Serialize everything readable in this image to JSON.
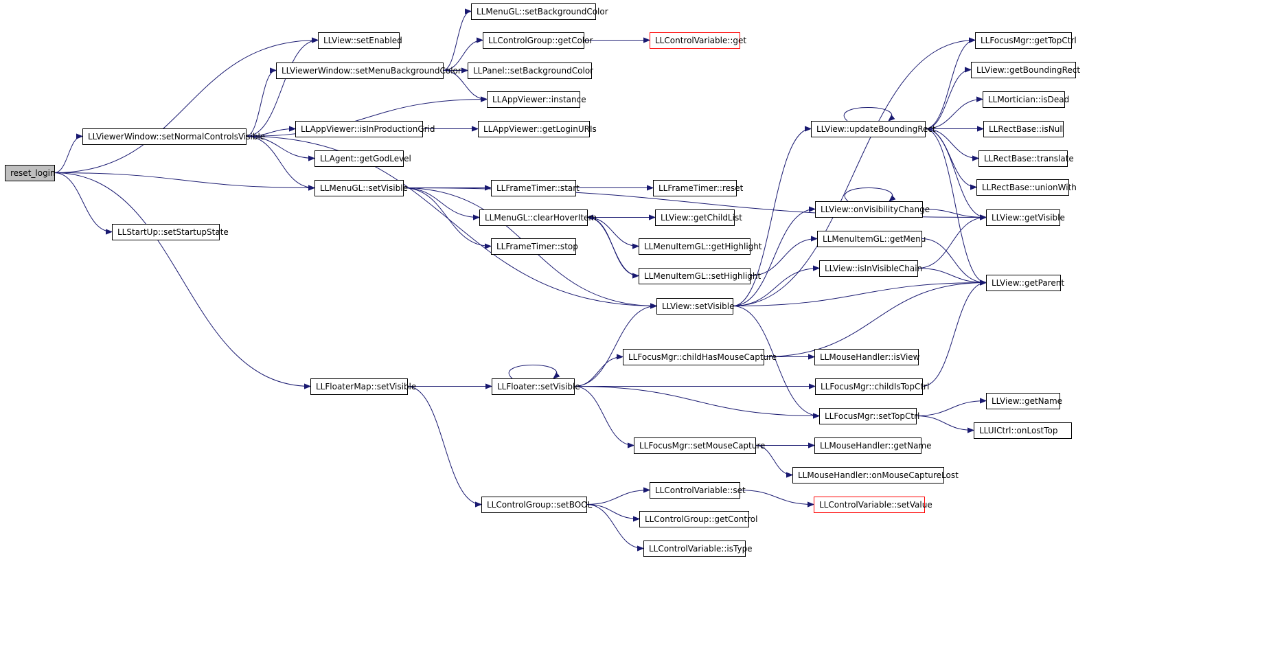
{
  "diagram": {
    "type": "call-graph",
    "colors": {
      "edge": "#191970",
      "node_border": "#000000",
      "highlight_border": "#ff0000",
      "root_fill": "#bfbfbf"
    },
    "nodes": [
      {
        "id": "n0",
        "label": "reset_login",
        "root": true
      },
      {
        "id": "n1",
        "label": "LLView::setEnabled"
      },
      {
        "id": "n2",
        "label": "LLViewerWindow::setNormalControlsVisible"
      },
      {
        "id": "n3",
        "label": "LLMenuGL::setVisible"
      },
      {
        "id": "n4",
        "label": "LLStartUp::setStartupState"
      },
      {
        "id": "n5",
        "label": "LLFloaterMap::setVisible"
      },
      {
        "id": "n6",
        "label": "LLViewerWindow::setMenuBackgroundColor"
      },
      {
        "id": "n7",
        "label": "LLAppViewer::isInProductionGrid"
      },
      {
        "id": "n8",
        "label": "LLAgent::getGodLevel"
      },
      {
        "id": "n9",
        "label": "LLMenuGL::setBackgroundColor"
      },
      {
        "id": "n10",
        "label": "LLControlGroup::getColor"
      },
      {
        "id": "n11",
        "label": "LLPanel::setBackgroundColor"
      },
      {
        "id": "n12",
        "label": "LLAppViewer::instance"
      },
      {
        "id": "n13",
        "label": "LLAppViewer::getLoginURIs"
      },
      {
        "id": "n14",
        "label": "LLFrameTimer::start"
      },
      {
        "id": "n15",
        "label": "LLMenuGL::clearHoverItem"
      },
      {
        "id": "n16",
        "label": "LLFrameTimer::stop"
      },
      {
        "id": "n17",
        "label": "LLControlVariable::get",
        "highlight": true
      },
      {
        "id": "n18",
        "label": "LLFrameTimer::reset"
      },
      {
        "id": "n19",
        "label": "LLView::getChildList"
      },
      {
        "id": "n20",
        "label": "LLMenuItemGL::getHighlight"
      },
      {
        "id": "n21",
        "label": "LLMenuItemGL::setHighlight"
      },
      {
        "id": "n22",
        "label": "LLView::setVisible"
      },
      {
        "id": "n23",
        "label": "LLFloater::setVisible"
      },
      {
        "id": "n24",
        "label": "LLControlGroup::setBOOL"
      },
      {
        "id": "n25",
        "label": "LLFocusMgr::childHasMouseCapture"
      },
      {
        "id": "n26",
        "label": "LLFocusMgr::setMouseCapture"
      },
      {
        "id": "n27",
        "label": "LLControlVariable::set"
      },
      {
        "id": "n28",
        "label": "LLControlGroup::getControl"
      },
      {
        "id": "n29",
        "label": "LLControlVariable::isType"
      },
      {
        "id": "n30",
        "label": "LLView::updateBoundingRect"
      },
      {
        "id": "n31",
        "label": "LLView::onVisibilityChange"
      },
      {
        "id": "n32",
        "label": "LLMenuItemGL::getMenu"
      },
      {
        "id": "n33",
        "label": "LLView::isInVisibleChain"
      },
      {
        "id": "n34",
        "label": "LLMouseHandler::isView"
      },
      {
        "id": "n35",
        "label": "LLFocusMgr::childIsTopCtrl"
      },
      {
        "id": "n36",
        "label": "LLFocusMgr::setTopCtrl"
      },
      {
        "id": "n37",
        "label": "LLMouseHandler::getName"
      },
      {
        "id": "n38",
        "label": "LLMouseHandler::onMouseCaptureLost"
      },
      {
        "id": "n39",
        "label": "LLControlVariable::setValue",
        "highlight": true
      },
      {
        "id": "n40",
        "label": "LLFocusMgr::getTopCtrl"
      },
      {
        "id": "n41",
        "label": "LLView::getBoundingRect"
      },
      {
        "id": "n42",
        "label": "LLMortician::isDead"
      },
      {
        "id": "n43",
        "label": "LLRectBase::isNull"
      },
      {
        "id": "n44",
        "label": "LLRectBase::translate"
      },
      {
        "id": "n45",
        "label": "LLRectBase::unionWith"
      },
      {
        "id": "n46",
        "label": "LLView::getVisible"
      },
      {
        "id": "n47",
        "label": "LLView::getParent"
      },
      {
        "id": "n48",
        "label": "LLView::getName"
      },
      {
        "id": "n49",
        "label": "LLUICtrl::onLostTop"
      }
    ],
    "edges": [
      [
        "n0",
        "n1"
      ],
      [
        "n0",
        "n2"
      ],
      [
        "n0",
        "n3"
      ],
      [
        "n0",
        "n4"
      ],
      [
        "n0",
        "n5"
      ],
      [
        "n2",
        "n1"
      ],
      [
        "n2",
        "n6"
      ],
      [
        "n2",
        "n12"
      ],
      [
        "n2",
        "n7"
      ],
      [
        "n2",
        "n8"
      ],
      [
        "n2",
        "n3"
      ],
      [
        "n2",
        "n22"
      ],
      [
        "n6",
        "n9"
      ],
      [
        "n6",
        "n10"
      ],
      [
        "n6",
        "n11"
      ],
      [
        "n6",
        "n12"
      ],
      [
        "n10",
        "n17"
      ],
      [
        "n7",
        "n13"
      ],
      [
        "n3",
        "n14"
      ],
      [
        "n3",
        "n15"
      ],
      [
        "n3",
        "n16"
      ],
      [
        "n3",
        "n22"
      ],
      [
        "n3",
        "n46"
      ],
      [
        "n14",
        "n18"
      ],
      [
        "n15",
        "n19"
      ],
      [
        "n15",
        "n20"
      ],
      [
        "n15",
        "n21"
      ],
      [
        "n21",
        "n15"
      ],
      [
        "n21",
        "n32"
      ],
      [
        "n5",
        "n23"
      ],
      [
        "n5",
        "n24"
      ],
      [
        "n23",
        "n23"
      ],
      [
        "n23",
        "n22"
      ],
      [
        "n23",
        "n25"
      ],
      [
        "n23",
        "n35"
      ],
      [
        "n23",
        "n36"
      ],
      [
        "n23",
        "n26"
      ],
      [
        "n22",
        "n30"
      ],
      [
        "n22",
        "n31"
      ],
      [
        "n22",
        "n33"
      ],
      [
        "n22",
        "n40"
      ],
      [
        "n22",
        "n47"
      ],
      [
        "n22",
        "n36"
      ],
      [
        "n30",
        "n30"
      ],
      [
        "n30",
        "n40"
      ],
      [
        "n30",
        "n41"
      ],
      [
        "n30",
        "n42"
      ],
      [
        "n30",
        "n43"
      ],
      [
        "n30",
        "n44"
      ],
      [
        "n30",
        "n45"
      ],
      [
        "n30",
        "n46"
      ],
      [
        "n30",
        "n47"
      ],
      [
        "n31",
        "n31"
      ],
      [
        "n31",
        "n46"
      ],
      [
        "n32",
        "n47"
      ],
      [
        "n33",
        "n46"
      ],
      [
        "n33",
        "n47"
      ],
      [
        "n25",
        "n34"
      ],
      [
        "n25",
        "n47"
      ],
      [
        "n35",
        "n47"
      ],
      [
        "n36",
        "n48"
      ],
      [
        "n36",
        "n49"
      ],
      [
        "n26",
        "n37"
      ],
      [
        "n26",
        "n38"
      ],
      [
        "n24",
        "n27"
      ],
      [
        "n24",
        "n28"
      ],
      [
        "n24",
        "n29"
      ],
      [
        "n27",
        "n39"
      ]
    ]
  }
}
